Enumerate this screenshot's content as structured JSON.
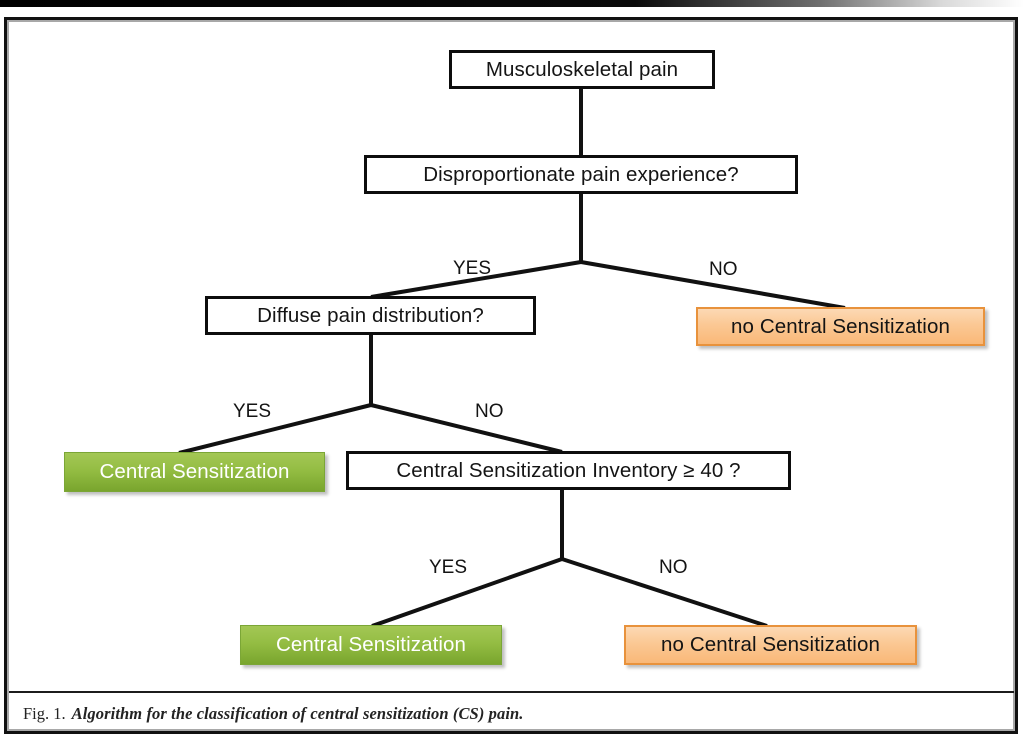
{
  "figure": {
    "caption_label": "Fig. 1.",
    "caption_text": "Algorithm for the classification of central sensitization (CS) pain.",
    "colors": {
      "decision_border": "#0d0d0d",
      "positive_fill": "#94bd43",
      "positive_border": "#7ba636",
      "positive_text": "#ffffff",
      "negative_fill": "#fbc894",
      "negative_border": "#e8923c",
      "negative_text": "#141414",
      "connector": "#111111"
    }
  },
  "flowchart": {
    "type": "decision-tree",
    "nodes": [
      {
        "id": "start",
        "label": "Musculoskeletal pain",
        "kind": "decision"
      },
      {
        "id": "q1",
        "label": "Disproportionate pain experience?",
        "kind": "decision"
      },
      {
        "id": "q2",
        "label": "Diffuse pain distribution?",
        "kind": "decision"
      },
      {
        "id": "q3",
        "label": "Central Sensitization Inventory ≥ 40 ?",
        "kind": "decision"
      },
      {
        "id": "out1",
        "label": "no Central Sensitization",
        "kind": "negative"
      },
      {
        "id": "out2",
        "label": "Central Sensitization",
        "kind": "positive"
      },
      {
        "id": "out3",
        "label": "Central Sensitization",
        "kind": "positive"
      },
      {
        "id": "out4",
        "label": "no Central Sensitization",
        "kind": "negative"
      }
    ],
    "edges": [
      {
        "from": "start",
        "to": "q1",
        "label": ""
      },
      {
        "from": "q1",
        "to": "q2",
        "label": "YES"
      },
      {
        "from": "q1",
        "to": "out1",
        "label": "NO"
      },
      {
        "from": "q2",
        "to": "out2",
        "label": "YES"
      },
      {
        "from": "q2",
        "to": "q3",
        "label": "NO"
      },
      {
        "from": "q3",
        "to": "out3",
        "label": "YES"
      },
      {
        "from": "q3",
        "to": "out4",
        "label": "NO"
      }
    ],
    "edge_labels": {
      "q1_yes": "YES",
      "q1_no": "NO",
      "q2_yes": "YES",
      "q2_no": "NO",
      "q3_yes": "YES",
      "q3_no": "NO"
    }
  }
}
